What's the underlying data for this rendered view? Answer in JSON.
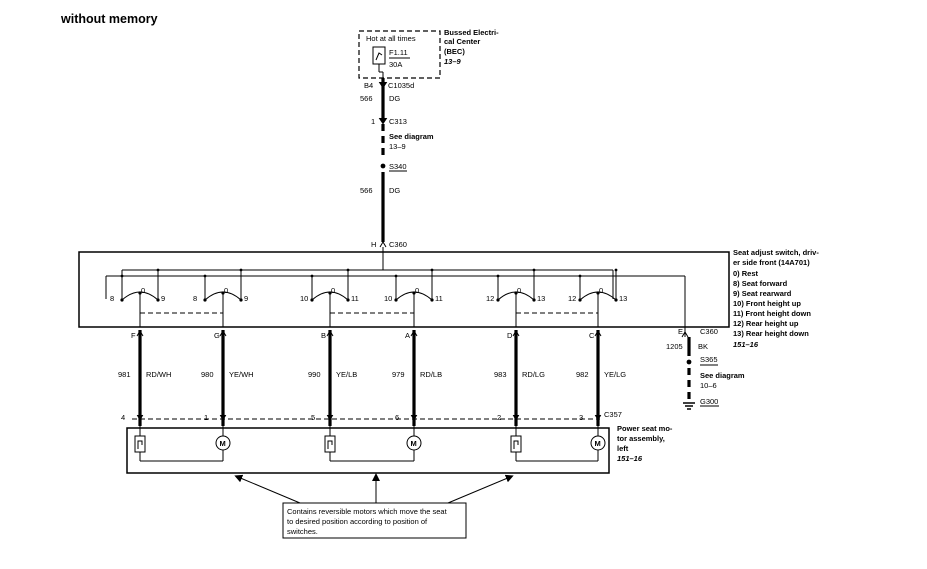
{
  "title": "without memory",
  "fuse_box": {
    "hot_text": "Hot at all times",
    "fuse_id": "F1.11",
    "fuse_rating": "30A",
    "bec_label_line1": "Bussed Electri-",
    "bec_label_line2": "cal Center",
    "bec_label_line3": "(BEC)",
    "bec_ref": "13–9"
  },
  "feed": {
    "pin_b4": "B4",
    "conn_c1035d": "C1035d",
    "circuit_566_a": "566",
    "color_dg_a": "DG",
    "pin_1": "1",
    "conn_c313": "C313",
    "see_diagram_label": "See diagram",
    "see_diagram_ref": "13–9",
    "splice_s340": "S340",
    "circuit_566_b": "566",
    "color_dg_b": "DG",
    "pin_h": "H",
    "conn_c360_top": "C360"
  },
  "switch": {
    "label_line1": "Seat adjust switch, driv-",
    "label_line2": "er side front (14A701)",
    "positions": [
      "0)  Rest",
      "8)  Seat forward",
      "9)  Seat rearward",
      "10) Front height up",
      "11) Front height down",
      "12) Rear height up",
      "13) Rear height down"
    ],
    "ref": "151–16",
    "pos_labels": [
      {
        "left": "8",
        "mid": "0",
        "right": "9"
      },
      {
        "left": "8",
        "mid": "0",
        "right": "9"
      },
      {
        "left": "10",
        "mid": "0",
        "right": "11"
      },
      {
        "left": "10",
        "mid": "0",
        "right": "11"
      },
      {
        "left": "12",
        "mid": "0",
        "right": "13"
      },
      {
        "left": "12",
        "mid": "0",
        "right": "13"
      }
    ]
  },
  "ground": {
    "pin_e": "E",
    "conn_c360": "C360",
    "circuit": "1205",
    "color": "BK",
    "splice": "S365",
    "see_diagram_label": "See diagram",
    "see_diagram_ref": "10–6",
    "ground_id": "G300"
  },
  "wires": [
    {
      "pin": "F",
      "circuit": "981",
      "color": "RD/WH",
      "motor_pin": "4"
    },
    {
      "pin": "G",
      "circuit": "980",
      "color": "YE/WH",
      "motor_pin": "1"
    },
    {
      "pin": "B",
      "circuit": "990",
      "color": "YE/LB",
      "motor_pin": "5"
    },
    {
      "pin": "A",
      "circuit": "979",
      "color": "RD/LB",
      "motor_pin": "6"
    },
    {
      "pin": "D",
      "circuit": "983",
      "color": "RD/LG",
      "motor_pin": "2"
    },
    {
      "pin": "C",
      "circuit": "982",
      "color": "YE/LG",
      "motor_pin": "3"
    }
  ],
  "motor": {
    "conn_c357": "C357",
    "label_line1": "Power seat mo-",
    "label_line2": "tor assembly,",
    "label_line3": "left",
    "ref": "151–16",
    "motor_symbol": "M"
  },
  "note": {
    "line1": "Contains reversible motors which move the seat",
    "line2": "to desired position according to position of",
    "line3": "switches."
  }
}
